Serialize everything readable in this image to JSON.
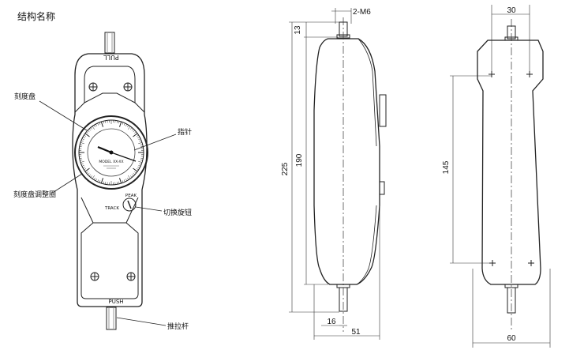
{
  "title": "结构名称",
  "callouts": {
    "dial": "刻度盘",
    "pointer": "指针",
    "dial_adjust_ring": "刻度盘调整圈",
    "switch_knob": "切换旋钮",
    "push_pull_rod": "推拉杆"
  },
  "gauge": {
    "top_label": "PULL",
    "bottom_label": "PUSH",
    "peak_label": "PEAK",
    "track_label": "TRACK",
    "model_text": "MODEL XX-XX"
  },
  "side_view_dims": {
    "thread": "2-M6",
    "top_offset": "13",
    "body_height": "190",
    "total_height": "225",
    "rod_width": "16",
    "depth": "51"
  },
  "back_view_dims": {
    "hole_spacing_top": "30",
    "hole_spacing_vertical": "145",
    "width": "60"
  }
}
